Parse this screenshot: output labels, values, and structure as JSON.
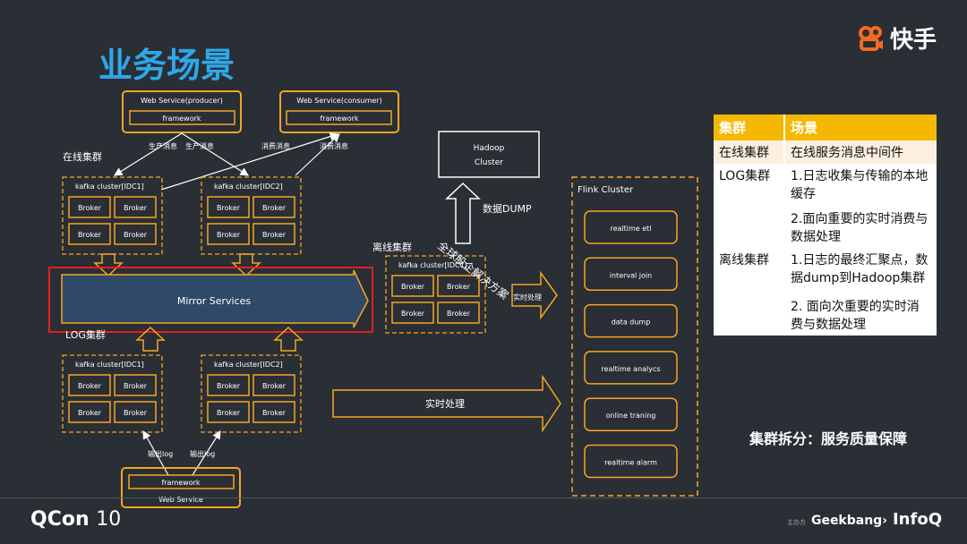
{
  "title": "业务场景",
  "logo": {
    "text": "快手",
    "icon": "kuaishou-icon"
  },
  "producer": {
    "title": "Web Service(producer)",
    "framework": "framework"
  },
  "consumer": {
    "title": "Web Service(consumer)",
    "framework": "framework"
  },
  "labels": {
    "produce1": "生产消息",
    "produce2": "生产消息",
    "consume1": "消费消息",
    "consume2": "消费消息",
    "online_cluster": "在线集群",
    "log_cluster": "LOG集群",
    "offline_cluster": "离线集群",
    "data_dump": "数据DUMP",
    "realtime_processing": "实时处理",
    "realtime_processing2": "实时处理",
    "output_log1": "输出log",
    "output_log2": "输出log",
    "watermark": "全球股企解决方案"
  },
  "kafka_idc1": "kafka cluster[IDC1]",
  "kafka_idc2": "kafka cluster[IDC2]",
  "broker": "Broker",
  "mirror": "Mirror Services",
  "hadoop": {
    "line1": "Hadoop",
    "line2": "Cluster"
  },
  "bottom_web": {
    "framework": "framework",
    "title": "Web Service"
  },
  "flink": {
    "title": "Flink Cluster",
    "jobs": [
      "realtime etl",
      "interval join",
      "data dump",
      "realtime analycs",
      "online traning",
      "realtime alarm"
    ]
  },
  "table": {
    "headers": [
      "集群",
      "场景"
    ],
    "rows": [
      {
        "cluster": "在线集群",
        "scenario": [
          "在线服务消息中间件"
        ]
      },
      {
        "cluster": "LOG集群",
        "scenario": [
          "1.日志收集与传输的本地缓存",
          "2.面向重要的实时消费与数据处理"
        ]
      },
      {
        "cluster": "离线集群",
        "scenario": [
          "1.日志的最终汇聚点，数据dump到Hadoop集群",
          "2. 面向次重要的实时消费与数据处理"
        ]
      }
    ]
  },
  "split_text": "集群拆分：服务质量保障",
  "footer": {
    "qcon": "QCon",
    "qcon_suffix": "10",
    "organizer": "主办方",
    "geekbang": "Geekbang›",
    "infoq": "InfoQ"
  },
  "colors": {
    "accent_orange": "#f5a623",
    "title_blue": "#2ea8e8",
    "mirror_fill": "#2e4a66",
    "highlight_red": "#e02020",
    "header_yellow": "#f5b800"
  }
}
